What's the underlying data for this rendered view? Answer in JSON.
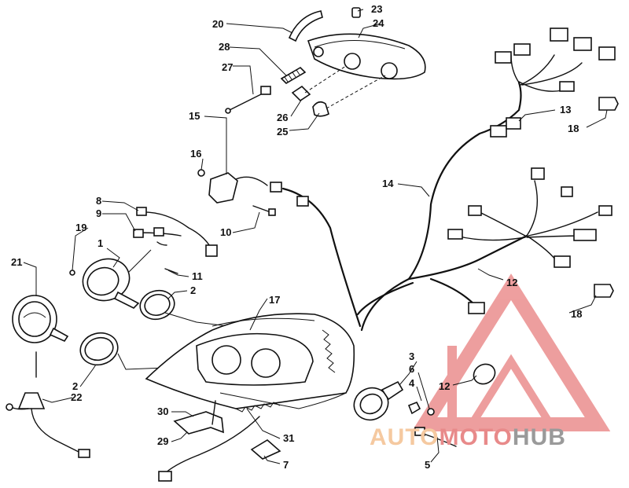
{
  "callouts": [
    "1",
    "2",
    "3",
    "4",
    "5",
    "6",
    "7",
    "8",
    "9",
    "10",
    "11",
    "12",
    "13",
    "14",
    "15",
    "16",
    "17",
    "18",
    "19",
    "20",
    "21",
    "22",
    "23",
    "24",
    "25",
    "26",
    "27",
    "28",
    "29",
    "30",
    "31"
  ],
  "watermark": {
    "part1": "AUTO",
    "part2": "MOTO",
    "part3": "HUB",
    "color1": "#f5c9a0",
    "color2": "#e88a8a",
    "color3": "#9a9a9a",
    "logo_color": "#e05050"
  }
}
